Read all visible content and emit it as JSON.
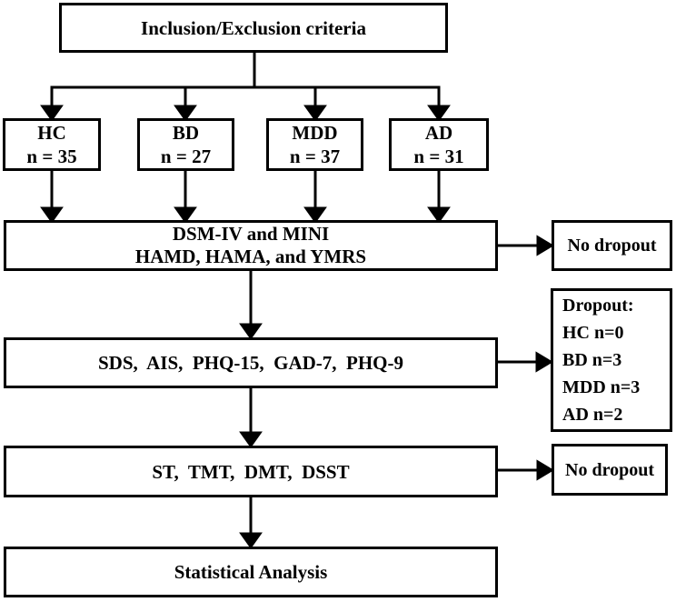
{
  "figure": {
    "background_color": "#ffffff",
    "line_color": "#000000",
    "text_color": "#000000"
  },
  "boxes": {
    "criteria": {
      "label": "Inclusion/Exclusion criteria"
    },
    "groups": [
      {
        "name": "HC",
        "count": "n = 35"
      },
      {
        "name": "BD",
        "count": "n = 27"
      },
      {
        "name": "MDD",
        "count": "n = 37"
      },
      {
        "name": "AD",
        "count": "n = 31"
      }
    ],
    "clinical_assessment": {
      "line1": "DSM-IV and MINI",
      "line2": "HAMD, HAMA, and YMRS"
    },
    "no_dropout_1": {
      "label": "No dropout"
    },
    "scales": {
      "label": "SDS,  AIS,  PHQ-15,  GAD-7,  PHQ-9"
    },
    "dropout": {
      "title": "Dropout:",
      "lines": [
        "HC n=0",
        "BD n=3",
        "MDD n=3",
        "AD n=2"
      ]
    },
    "cognitive_tests": {
      "label": "ST,  TMT,  DMT,  DSST"
    },
    "no_dropout_2": {
      "label": "No dropout"
    },
    "statistical_analysis": {
      "label": "Statistical Analysis"
    }
  }
}
